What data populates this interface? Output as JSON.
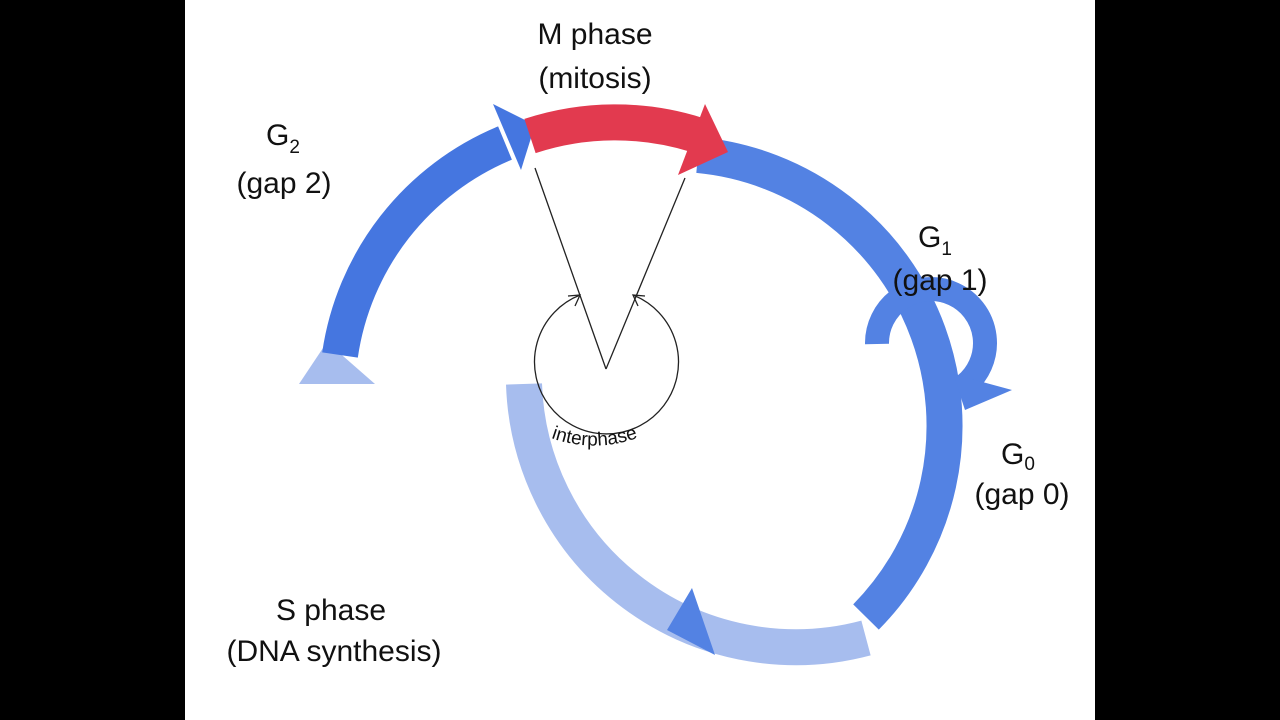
{
  "labels": {
    "m_phase": "M phase",
    "m_phase_sub": "(mitosis)",
    "g2_letter": "G",
    "g2_sub": "2",
    "g2_paren": "(gap 2)",
    "g1_letter": "G",
    "g1_sub": "1",
    "g1_paren": "(gap 1)",
    "g0_letter": "G",
    "g0_sub": "0",
    "g0_paren": "(gap 0)",
    "s_phase": "S phase",
    "s_phase_sub": "(DNA synthesis)",
    "interphase": "interphase"
  },
  "colors": {
    "m_phase": "#e23a4f",
    "g1": "#5382e3",
    "g2": "#4576e0",
    "s_phase": "#a7bdee",
    "g0": "#5382e3",
    "line": "#222222",
    "frame": "#000000",
    "canvas": "#ffffff"
  }
}
